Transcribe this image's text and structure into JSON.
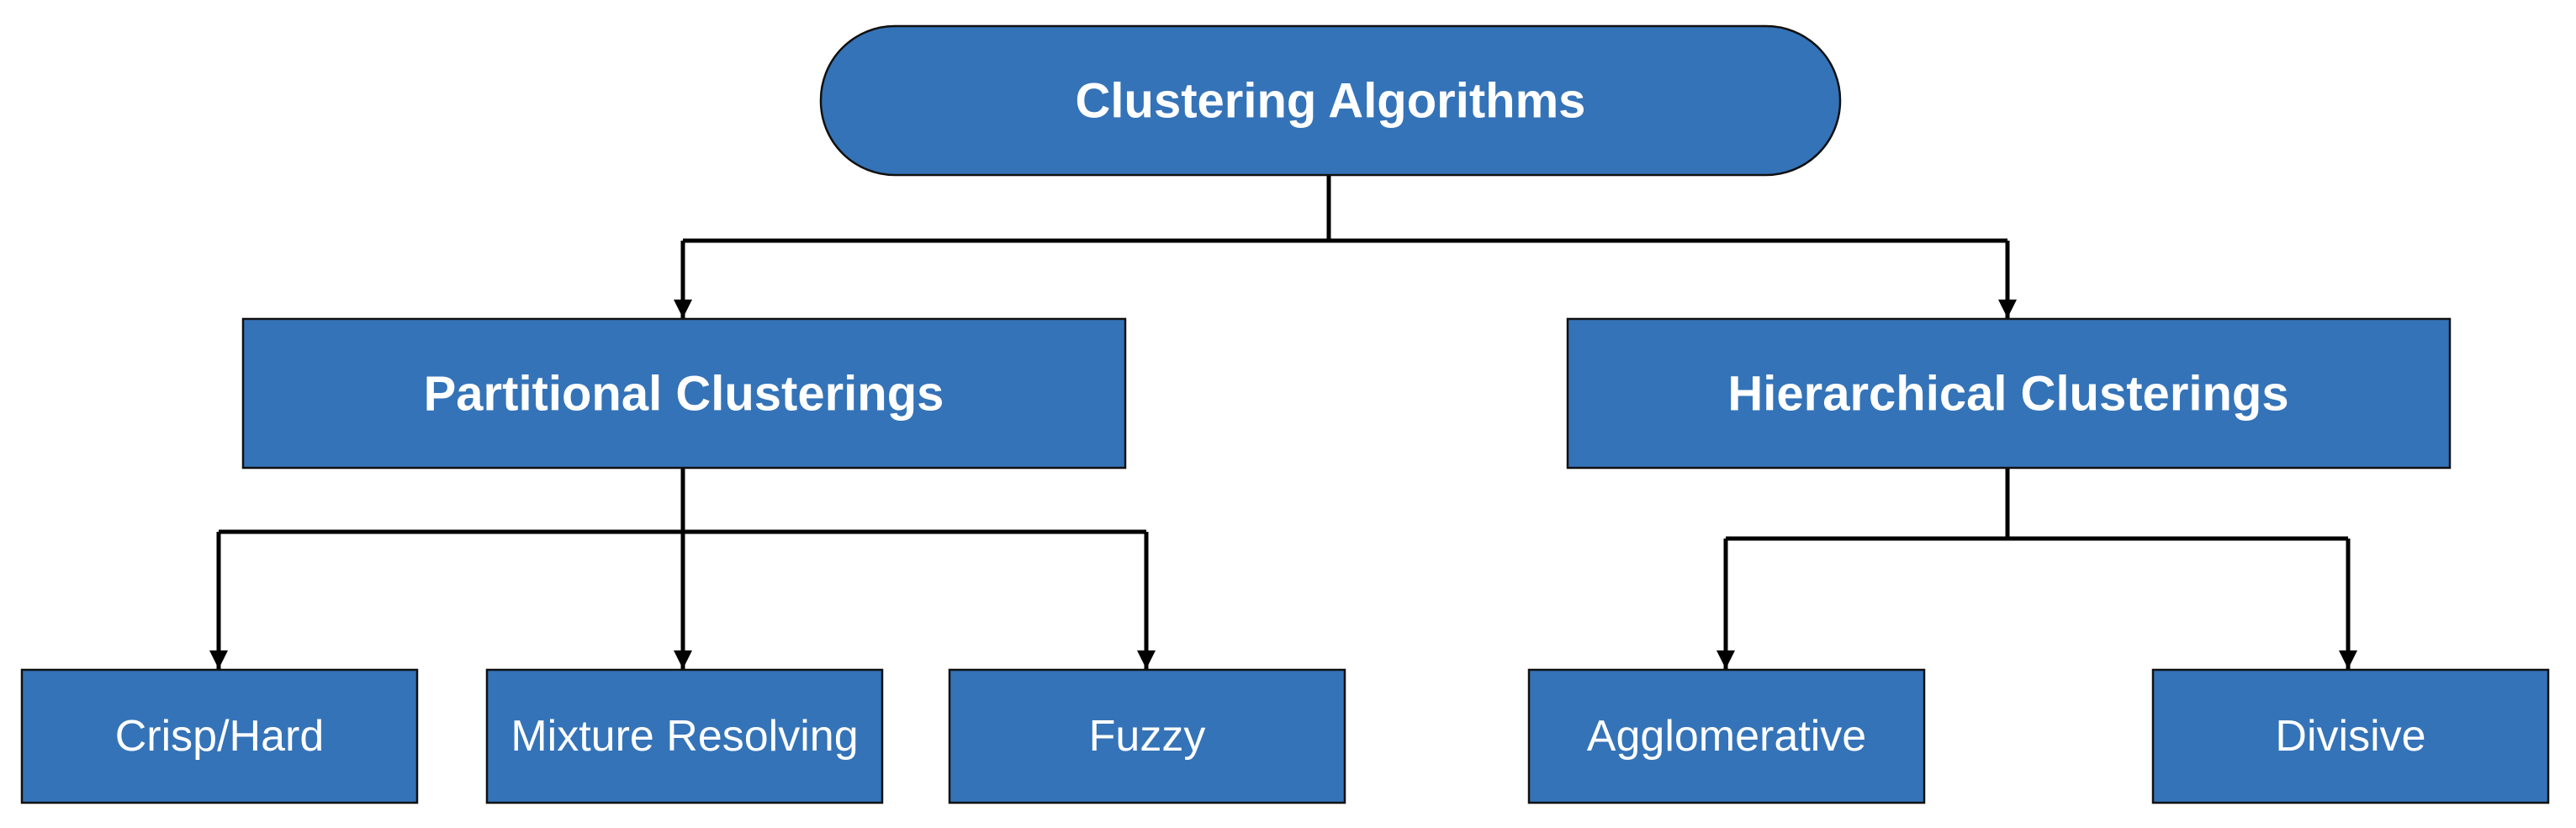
{
  "diagram": {
    "root": {
      "label": "Clustering Algorithms"
    },
    "categories": [
      {
        "label": "Partitional Clusterings",
        "children": [
          "Crisp/Hard",
          "Mixture Resolving",
          "Fuzzy"
        ]
      },
      {
        "label": "Hierarchical Clusterings",
        "children": [
          "Agglomerative",
          "Divisive"
        ]
      }
    ],
    "colors": {
      "node_fill": "#3473b8",
      "node_text": "#ffffff",
      "connector": "#000000"
    }
  }
}
